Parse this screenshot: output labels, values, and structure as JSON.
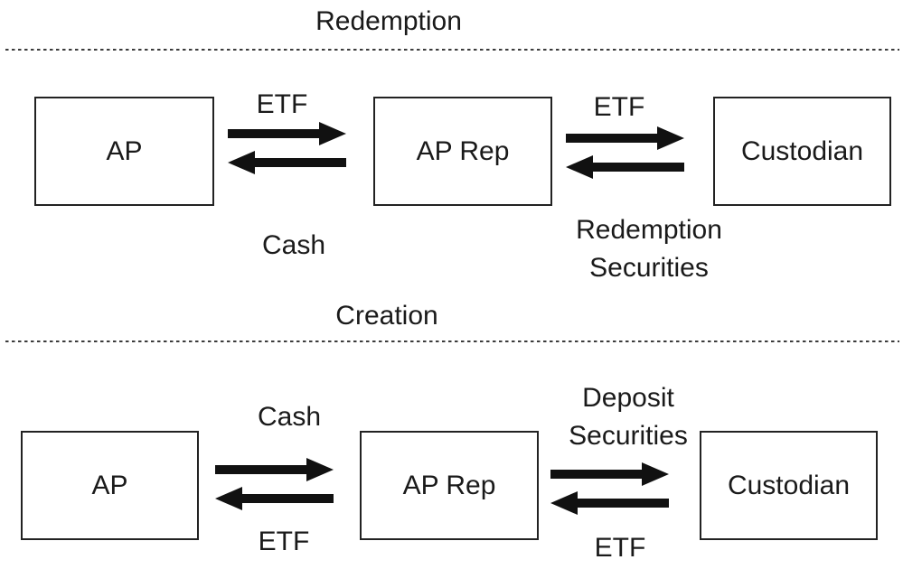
{
  "sections": [
    {
      "title": "Redemption",
      "boxes": [
        "AP",
        "AP Rep",
        "Custodian"
      ],
      "flows": [
        {
          "label_above": "ETF",
          "label_below": "Cash"
        },
        {
          "label_above": "ETF",
          "label_below": "Redemption\nSecurities"
        }
      ]
    },
    {
      "title": "Creation",
      "boxes": [
        "AP",
        "AP Rep",
        "Custodian"
      ],
      "flows": [
        {
          "label_above": "Cash",
          "label_below": "ETF"
        },
        {
          "label_above": "Deposit\nSecurities",
          "label_below": "ETF"
        }
      ]
    }
  ],
  "colors": {
    "ink": "#1a1a1a",
    "background": "#ffffff",
    "divider": "#3c3c3c"
  }
}
